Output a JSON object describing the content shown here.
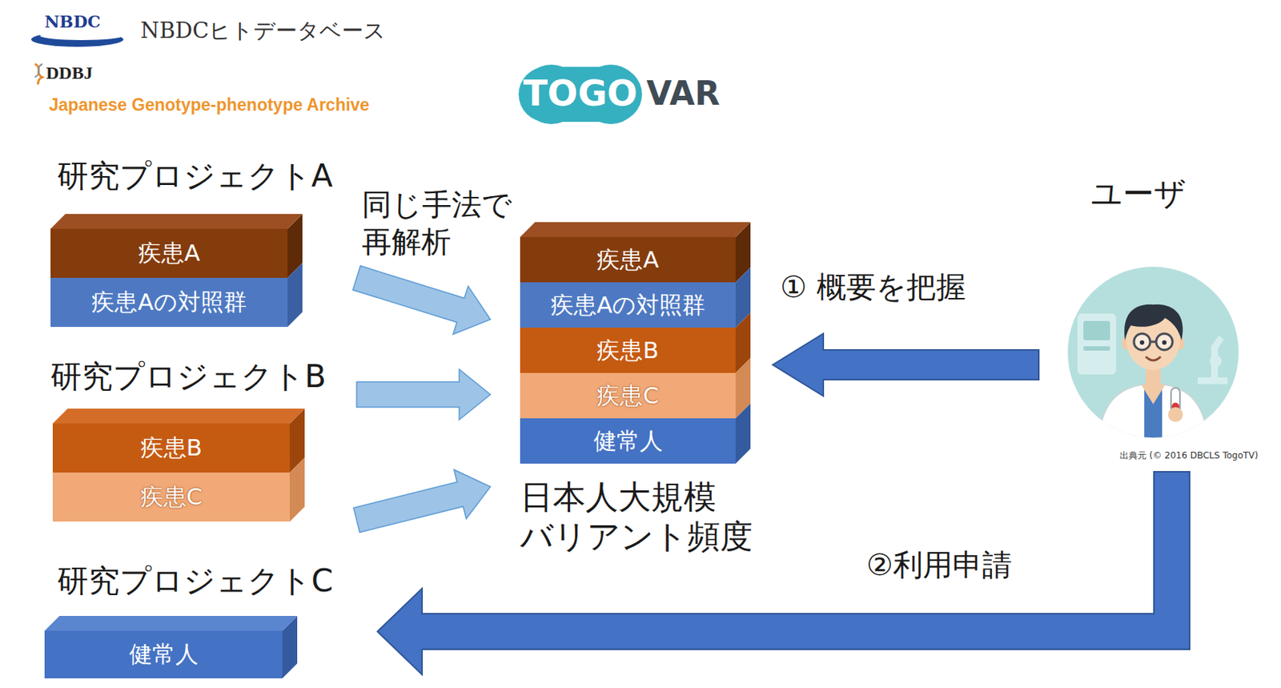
{
  "diagram": {
    "nodes": [
      {
        "text": [
          "研究プロジェクトA"
        ]
      },
      {
        "text": [
          "疾患A"
        ],
        "in": 0
      },
      {
        "text": [
          "疾患Aの対照群"
        ],
        "in": 0
      },
      {
        "text": [
          "研究プロジェクトB"
        ]
      },
      {
        "text": [
          "疾患B"
        ],
        "in": 3
      },
      {
        "text": [
          "疾患C"
        ],
        "in": 3
      },
      {
        "text": [
          "研究プロジェクトC"
        ]
      },
      {
        "text": [
          "健常人"
        ],
        "in": 6
      },
      {
        "text": [
          "日本人大規模 バリアント頻度"
        ]
      },
      {
        "text": [
          "疾患A"
        ],
        "in": 8
      },
      {
        "text": [
          "疾患Aの対照群"
        ],
        "in": 8
      },
      {
        "text": [
          "疾患B"
        ],
        "in": 8
      },
      {
        "text": [
          "疾患C"
        ],
        "in": 8
      },
      {
        "text": [
          "健常人"
        ],
        "in": 8
      },
      {
        "text": [
          "ユーザ"
        ]
      }
    ],
    "edges": [
      {
        "from": 0,
        "to": 8,
        "arrow": "to"
      },
      {
        "from": 3,
        "to": 8,
        "arrow": "to"
      },
      {
        "from": 6,
        "to": 8,
        "arrow": "to"
      },
      {
        "from": 14,
        "to": 8,
        "label": "① 概要を把握",
        "arrow": "to"
      },
      {
        "from": 14,
        "to": 6,
        "label": "②利用申請",
        "arrow": "to"
      }
    ],
    "labels": [
      "NBDC",
      "NBDCヒトデータベース",
      "DDBJ",
      "Japanese Genotype-phenotype Archive",
      "TOGO",
      "VAR",
      "同じ手法で 再解析",
      "出典元 (© 2016 DBCLS TogoTV)"
    ]
  }
}
